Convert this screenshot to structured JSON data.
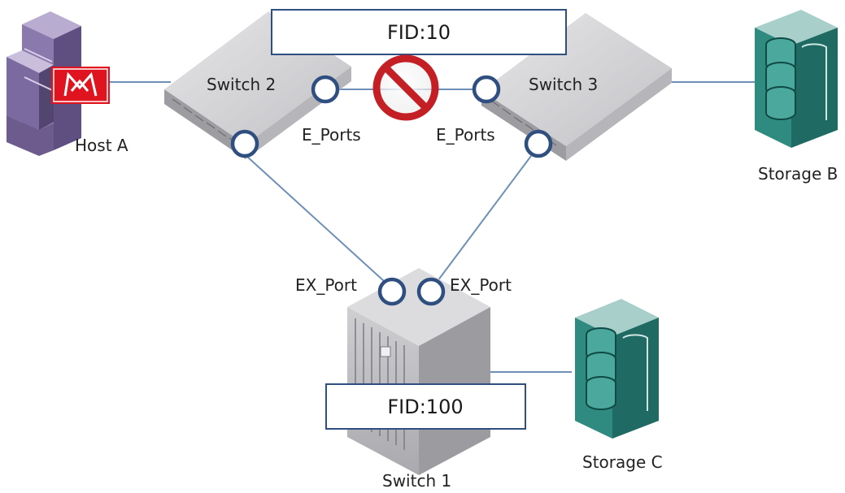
{
  "diagram": {
    "fid_top": "FID:10",
    "fid_bottom": "FID:100",
    "nodes": {
      "host_a": "Host A",
      "switch_1": "Switch 1",
      "switch_2": "Switch 2",
      "switch_3": "Switch 3",
      "storage_b": "Storage B",
      "storage_c": "Storage C"
    },
    "ports": {
      "e_ports_left": "E_Ports",
      "e_ports_right": "E_Ports",
      "ex_port_left": "EX_Port",
      "ex_port_right": "EX_Port"
    },
    "colors": {
      "link": "#6d8fb8",
      "port_ring": "#2f4f80",
      "fid_border": "#2f4f80",
      "switch_top": "#d3d3d5",
      "switch_side": "#a4a4a8",
      "host_purple": "#6c5b8c",
      "host_badge": "#e0141e",
      "storage_teal": "#2f8a80",
      "prohibit_red": "#c41f24"
    },
    "icons": {
      "host": "server-tower-icon",
      "storage": "storage-array-icon",
      "switch": "switch-icon",
      "blocked": "prohibited-icon"
    }
  }
}
